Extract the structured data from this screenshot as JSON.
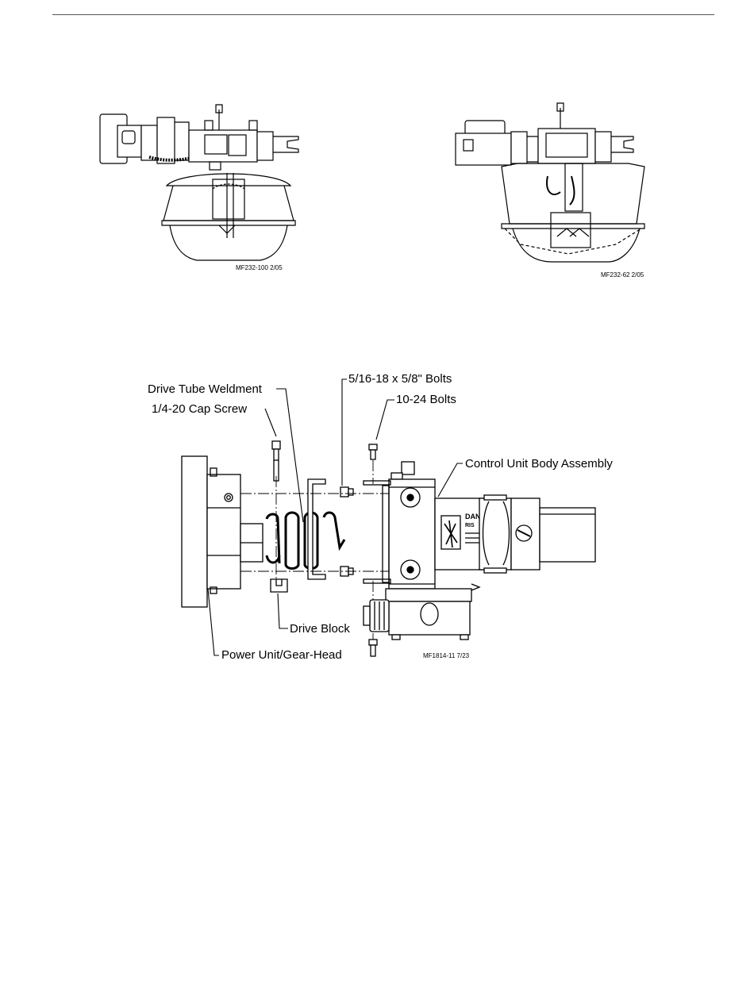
{
  "figure_left": {
    "code": "MF232-100 2/05"
  },
  "figure_right": {
    "code": "MF232-62 2/05"
  },
  "exploded_view": {
    "code": "MF1814-11 7/23",
    "labels": {
      "drive_tube_weldment": "Drive Tube Weldment",
      "cap_screw": "1/4-20 Cap Screw",
      "bolts_5_16": "5/16-18 x 5/8\" Bolts",
      "bolts_10_24": "10-24 Bolts",
      "control_unit_body": "Control Unit Body Assembly",
      "drive_block": "Drive Block",
      "power_unit": "Power Unit/Gear-Head"
    },
    "decal_text": {
      "line1": "DAN",
      "line2": "RIS"
    }
  }
}
